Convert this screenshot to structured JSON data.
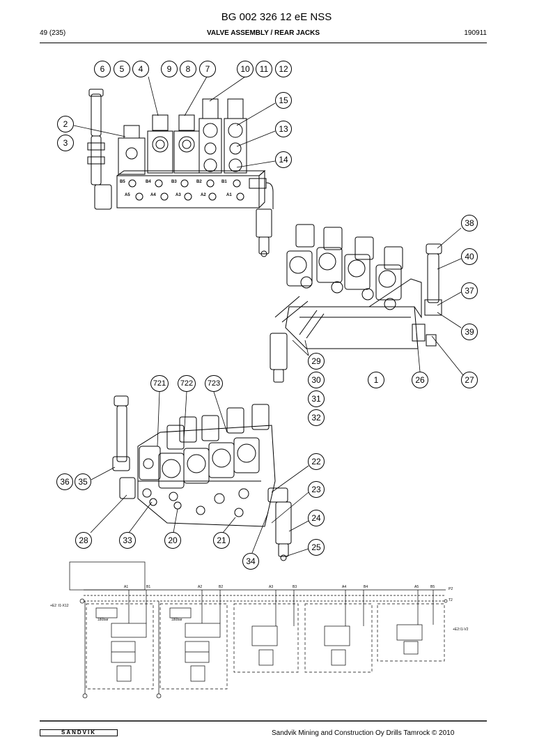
{
  "header": {
    "doc_code": "BG 002 326 12 eE NSS",
    "page": "49 (235)",
    "section": "VALVE ASSEMBLY / REAR JACKS",
    "date": "190911"
  },
  "callouts": {
    "c6": "6",
    "c5": "5",
    "c4": "4",
    "c9": "9",
    "c8": "8",
    "c7": "7",
    "c10": "10",
    "c11": "11",
    "c12": "12",
    "c15": "15",
    "c2": "2",
    "c3": "3",
    "c13": "13",
    "c14": "14",
    "c38": "38",
    "c40": "40",
    "c37": "37",
    "c39": "39",
    "c29": "29",
    "c30": "30",
    "c31": "31",
    "c32": "32",
    "c1": "1",
    "c26": "26",
    "c27": "27",
    "c721": "721",
    "c722": "722",
    "c723": "723",
    "c22": "22",
    "c23": "23",
    "c24": "24",
    "c25": "25",
    "c36": "36",
    "c35": "35",
    "c28": "28",
    "c33": "33",
    "c20": "20",
    "c21": "21",
    "c34": "34"
  },
  "port_labels": {
    "b5": "B5",
    "b4": "B4",
    "b3": "B3",
    "b2": "B2",
    "b1": "B1",
    "a5": "A5",
    "a4": "A4",
    "a3": "A3",
    "a2": "A2",
    "a1": "A1"
  },
  "schematic": {
    "p2": "P2",
    "t2": "T2",
    "e2_left": "+E2 :I1-X12",
    "e2_right": "+E2:I1-V2",
    "a1": "A1",
    "b1": "B1",
    "a2": "A2",
    "b2": "B2",
    "a3": "A3",
    "b3": "B3",
    "a4": "A4",
    "b4": "B4",
    "a5": "A5",
    "b5": "B5",
    "bar1": "180bar",
    "bar2": "180bar"
  },
  "footer": {
    "logo": "SANDVIK",
    "copyright": "Sandvik Mining and Construction Oy Drills Tamrock © 2010"
  }
}
